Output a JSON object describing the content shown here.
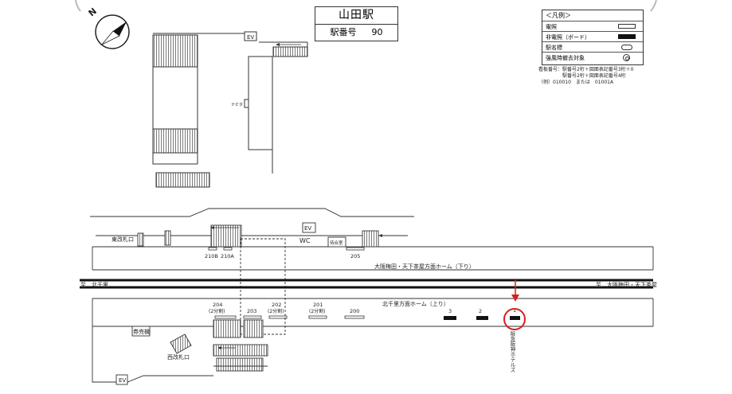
{
  "station": {
    "name": "山田駅",
    "number_label": "駅番号",
    "number": "90"
  },
  "compass": {
    "label": "N"
  },
  "legend": {
    "title": "＜凡例＞",
    "items": [
      {
        "label": "電照",
        "symbol": "rect-outline"
      },
      {
        "label": "非電照（ボード）",
        "symbol": "rect-filled"
      },
      {
        "label": "駅名標",
        "symbol": "rounded-outline"
      },
      {
        "label": "強風時撤去対象",
        "symbol": "double-circle"
      }
    ]
  },
  "notes": [
    "看板番号：駅番号2桁＋図面表記番号3桁＋0",
    "　　　　　駅番号2桁＋図面表記番号4桁",
    "（例）010010　または　01001A"
  ],
  "labels": {
    "ev_top": "EV",
    "nabita": "ナビタ",
    "east_gate": "東改札口",
    "ev_mid": "EV",
    "wc": "WC",
    "waiting_room": "待合室",
    "down_platform": "大阪梅田・天下茶屋方面ホーム（下り）",
    "up_platform": "北千里方面ホーム（上り）",
    "dir_left": "至　北千里",
    "dir_right": "至　大阪梅田・天下茶屋",
    "ticket_machine": "券売機",
    "west_gate": "西改札口",
    "ev_bottom": "EV",
    "hotel_vertical": "阪急阪神ホテルズ"
  },
  "signs_upper": [
    {
      "code": "210B"
    },
    {
      "code": "210A"
    },
    {
      "code": "205"
    }
  ],
  "signs_lower": [
    {
      "code": "204",
      "note": "(2分割)"
    },
    {
      "code": "203",
      "note": ""
    },
    {
      "code": "202",
      "note": "(2分割)"
    },
    {
      "code": "201",
      "note": "(2分割)"
    },
    {
      "code": "200",
      "note": ""
    }
  ],
  "boards": [
    {
      "code": "3"
    },
    {
      "code": "2"
    },
    {
      "code": "1"
    }
  ],
  "colors": {
    "line": "#333333",
    "track": "#111111",
    "highlight": "#d42020"
  }
}
